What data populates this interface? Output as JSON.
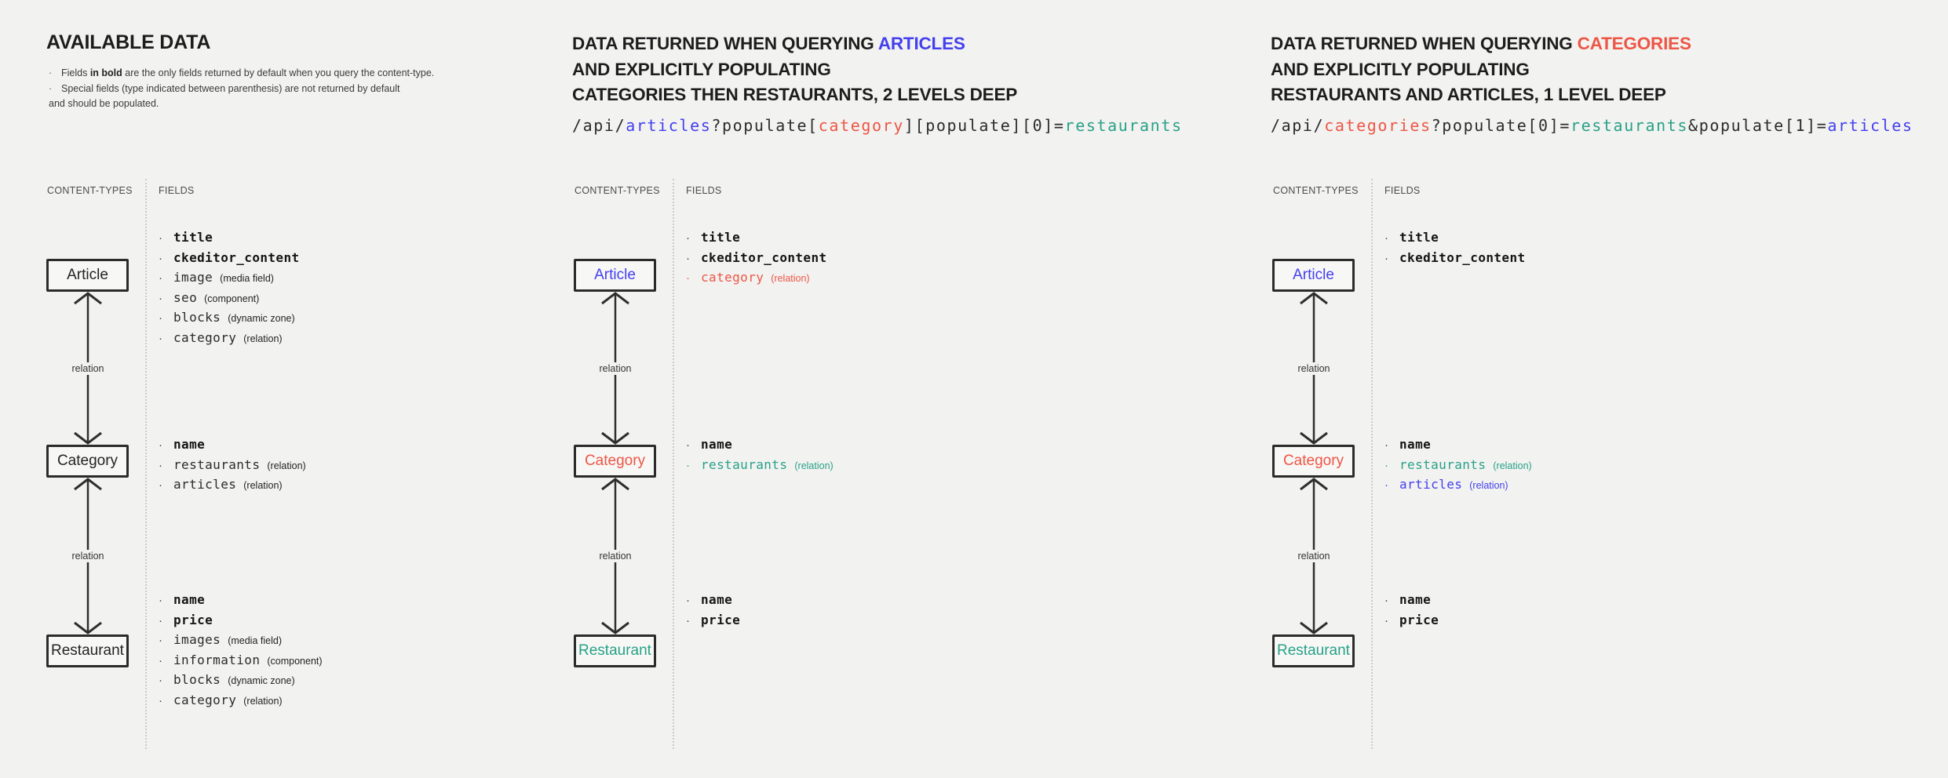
{
  "colors": {
    "blue": "#4440ee",
    "red": "#ed5645",
    "teal": "#28a186",
    "dark": "#242424"
  },
  "shared": {
    "content_types_label": "CONTENT-TYPES",
    "fields_label": "FIELDS",
    "relation_label": "relation"
  },
  "columns": [
    {
      "key": "available-data",
      "title": "AVAILABLE DATA",
      "notes": [
        [
          {
            "t": "Fields "
          },
          {
            "t": "in bold",
            "b": true
          },
          {
            "t": " are the only fields returned by default when you query the content-type."
          }
        ],
        [
          {
            "t": "Special fields (type indicated between parenthesis) are not returned by default"
          },
          {
            "br": true
          },
          {
            "t": "and should be populated."
          }
        ]
      ],
      "nodes": [
        {
          "label": "Article",
          "color": "dark",
          "fields": [
            {
              "name": "title",
              "bold": true
            },
            {
              "name": "ckeditor_content",
              "bold": true
            },
            {
              "name": "image",
              "type": "(media field)"
            },
            {
              "name": "seo",
              "type": "(component)"
            },
            {
              "name": "blocks",
              "type": "(dynamic zone)"
            },
            {
              "name": "category",
              "type": "(relation)"
            }
          ]
        },
        {
          "label": "Category",
          "color": "dark",
          "fields": [
            {
              "name": "name",
              "bold": true
            },
            {
              "name": "restaurants",
              "type": "(relation)"
            },
            {
              "name": "articles",
              "type": "(relation)"
            }
          ]
        },
        {
          "label": "Restaurant",
          "color": "dark",
          "fields": [
            {
              "name": "name",
              "bold": true
            },
            {
              "name": "price",
              "bold": true
            },
            {
              "name": "images",
              "type": "(media field)"
            },
            {
              "name": "information",
              "type": "(component)"
            },
            {
              "name": "blocks",
              "type": "(dynamic zone)"
            },
            {
              "name": "category",
              "type": "(relation)"
            }
          ]
        }
      ]
    },
    {
      "key": "query-articles",
      "heading_lines": [
        [
          {
            "t": "DATA RETURNED WHEN QUERYING "
          },
          {
            "t": "ARTICLES",
            "c": "blue"
          }
        ],
        [
          {
            "t": "AND EXPLICITLY POPULATING"
          }
        ],
        [
          {
            "t": "CATEGORIES THEN RESTAURANTS, 2 LEVELS DEEP"
          }
        ]
      ],
      "code": [
        {
          "t": "/api/"
        },
        {
          "t": "articles",
          "c": "blue"
        },
        {
          "t": "?populate["
        },
        {
          "t": "category",
          "c": "red"
        },
        {
          "t": "][populate][0]="
        },
        {
          "t": "restaurants",
          "c": "teal"
        }
      ],
      "nodes": [
        {
          "label": "Article",
          "color": "blue",
          "fields": [
            {
              "name": "title",
              "bold": true
            },
            {
              "name": "ckeditor_content",
              "bold": true
            },
            {
              "name": "category",
              "type": "(relation)",
              "color": "red"
            }
          ]
        },
        {
          "label": "Category",
          "color": "red",
          "fields": [
            {
              "name": "name",
              "bold": true
            },
            {
              "name": "restaurants",
              "type": "(relation)",
              "color": "teal"
            }
          ]
        },
        {
          "label": "Restaurant",
          "color": "teal",
          "fields": [
            {
              "name": "name",
              "bold": true
            },
            {
              "name": "price",
              "bold": true
            }
          ]
        }
      ]
    },
    {
      "key": "query-categories",
      "heading_lines": [
        [
          {
            "t": "DATA RETURNED WHEN QUERYING "
          },
          {
            "t": "CATEGORIES",
            "c": "red"
          }
        ],
        [
          {
            "t": "AND EXPLICITLY POPULATING"
          }
        ],
        [
          {
            "t": "RESTAURANTS AND ARTICLES, 1 LEVEL DEEP"
          }
        ]
      ],
      "code": [
        {
          "t": "/api/"
        },
        {
          "t": "categories",
          "c": "red"
        },
        {
          "t": "?populate[0]="
        },
        {
          "t": "restaurants",
          "c": "teal"
        },
        {
          "t": "&populate[1]="
        },
        {
          "t": "articles",
          "c": "blue"
        }
      ],
      "nodes": [
        {
          "label": "Article",
          "color": "blue",
          "fields": [
            {
              "name": "title",
              "bold": true
            },
            {
              "name": "ckeditor_content",
              "bold": true
            }
          ]
        },
        {
          "label": "Category",
          "color": "red",
          "fields": [
            {
              "name": "name",
              "bold": true
            },
            {
              "name": "restaurants",
              "type": "(relation)",
              "color": "teal"
            },
            {
              "name": "articles",
              "type": "(relation)",
              "color": "blue"
            }
          ]
        },
        {
          "label": "Restaurant",
          "color": "teal",
          "fields": [
            {
              "name": "name",
              "bold": true
            },
            {
              "name": "price",
              "bold": true
            }
          ]
        }
      ]
    }
  ]
}
